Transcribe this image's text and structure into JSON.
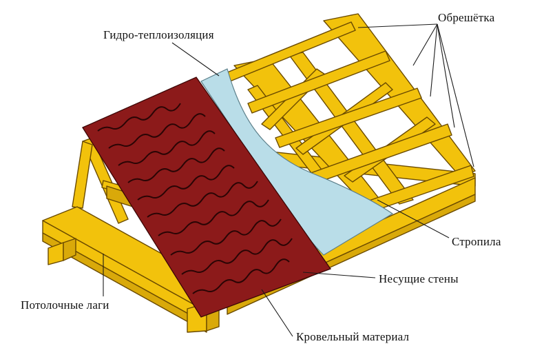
{
  "labels": {
    "membrane": "Гидро-теплоизоляция",
    "battens": "Обрешётка",
    "rafters": "Стропила",
    "walls": "Несущие стены",
    "joists": "Потолочные лаги",
    "roofing": "Кровельный материал"
  },
  "colors": {
    "timber": "#f2c20c",
    "timber_shadow": "#d9a90a",
    "timber_outline": "#6a4a00",
    "roofing": "#8c1a1a",
    "membrane": "#b9dde8",
    "text": "#111111"
  }
}
